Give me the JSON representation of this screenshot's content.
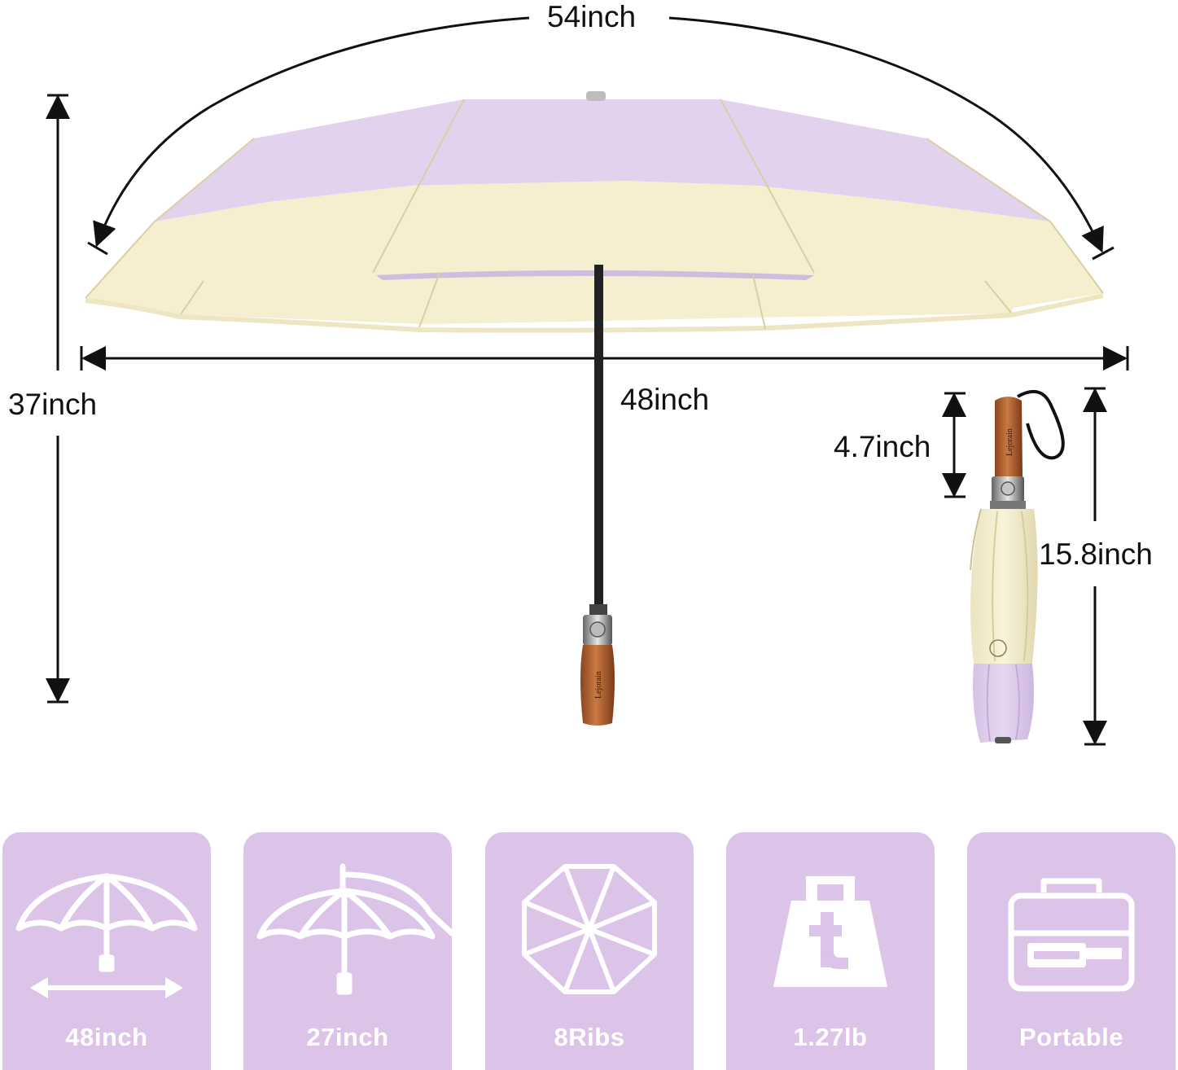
{
  "dimensions": {
    "span_label": "54inch",
    "height_label": "37inch",
    "width_label": "48inch",
    "handle_label": "4.7inch",
    "folded_label": "15.8inch"
  },
  "brand": {
    "logo_text": "Lejorain"
  },
  "colors": {
    "canopy_top": "#e2d2ee",
    "canopy_band": "#f5efcf",
    "wood": "#b8632e",
    "tile_bg": "#dcc3e8",
    "tile_fg": "#ffffff"
  },
  "features": [
    {
      "label": "48inch",
      "icon": "open-umbrella-icon"
    },
    {
      "label": "27inch",
      "icon": "umbrella-length-icon"
    },
    {
      "label": "8Ribs",
      "icon": "octagon-ribs-icon"
    },
    {
      "label": "1.27lb",
      "icon": "weight-icon"
    },
    {
      "label": "Portable",
      "icon": "briefcase-icon"
    }
  ]
}
